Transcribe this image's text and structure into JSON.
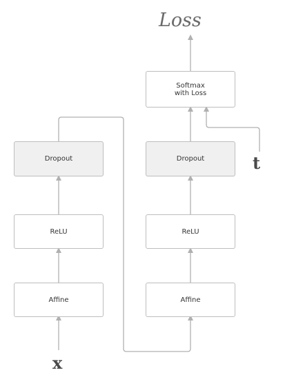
{
  "diagram": {
    "output_label": "Loss",
    "input_x_label": "x",
    "input_t_label": "t",
    "left_column": {
      "affine": "Affine",
      "relu": "ReLU",
      "dropout": "Dropout"
    },
    "right_column": {
      "affine": "Affine",
      "relu": "ReLU",
      "dropout": "Dropout",
      "softmax_line1": "Softmax",
      "softmax_line2": "with Loss"
    }
  },
  "colors": {
    "box_border": "#bdbdbd",
    "shaded_fill": "#f0f0f0",
    "connector": "#b0b0b0"
  }
}
